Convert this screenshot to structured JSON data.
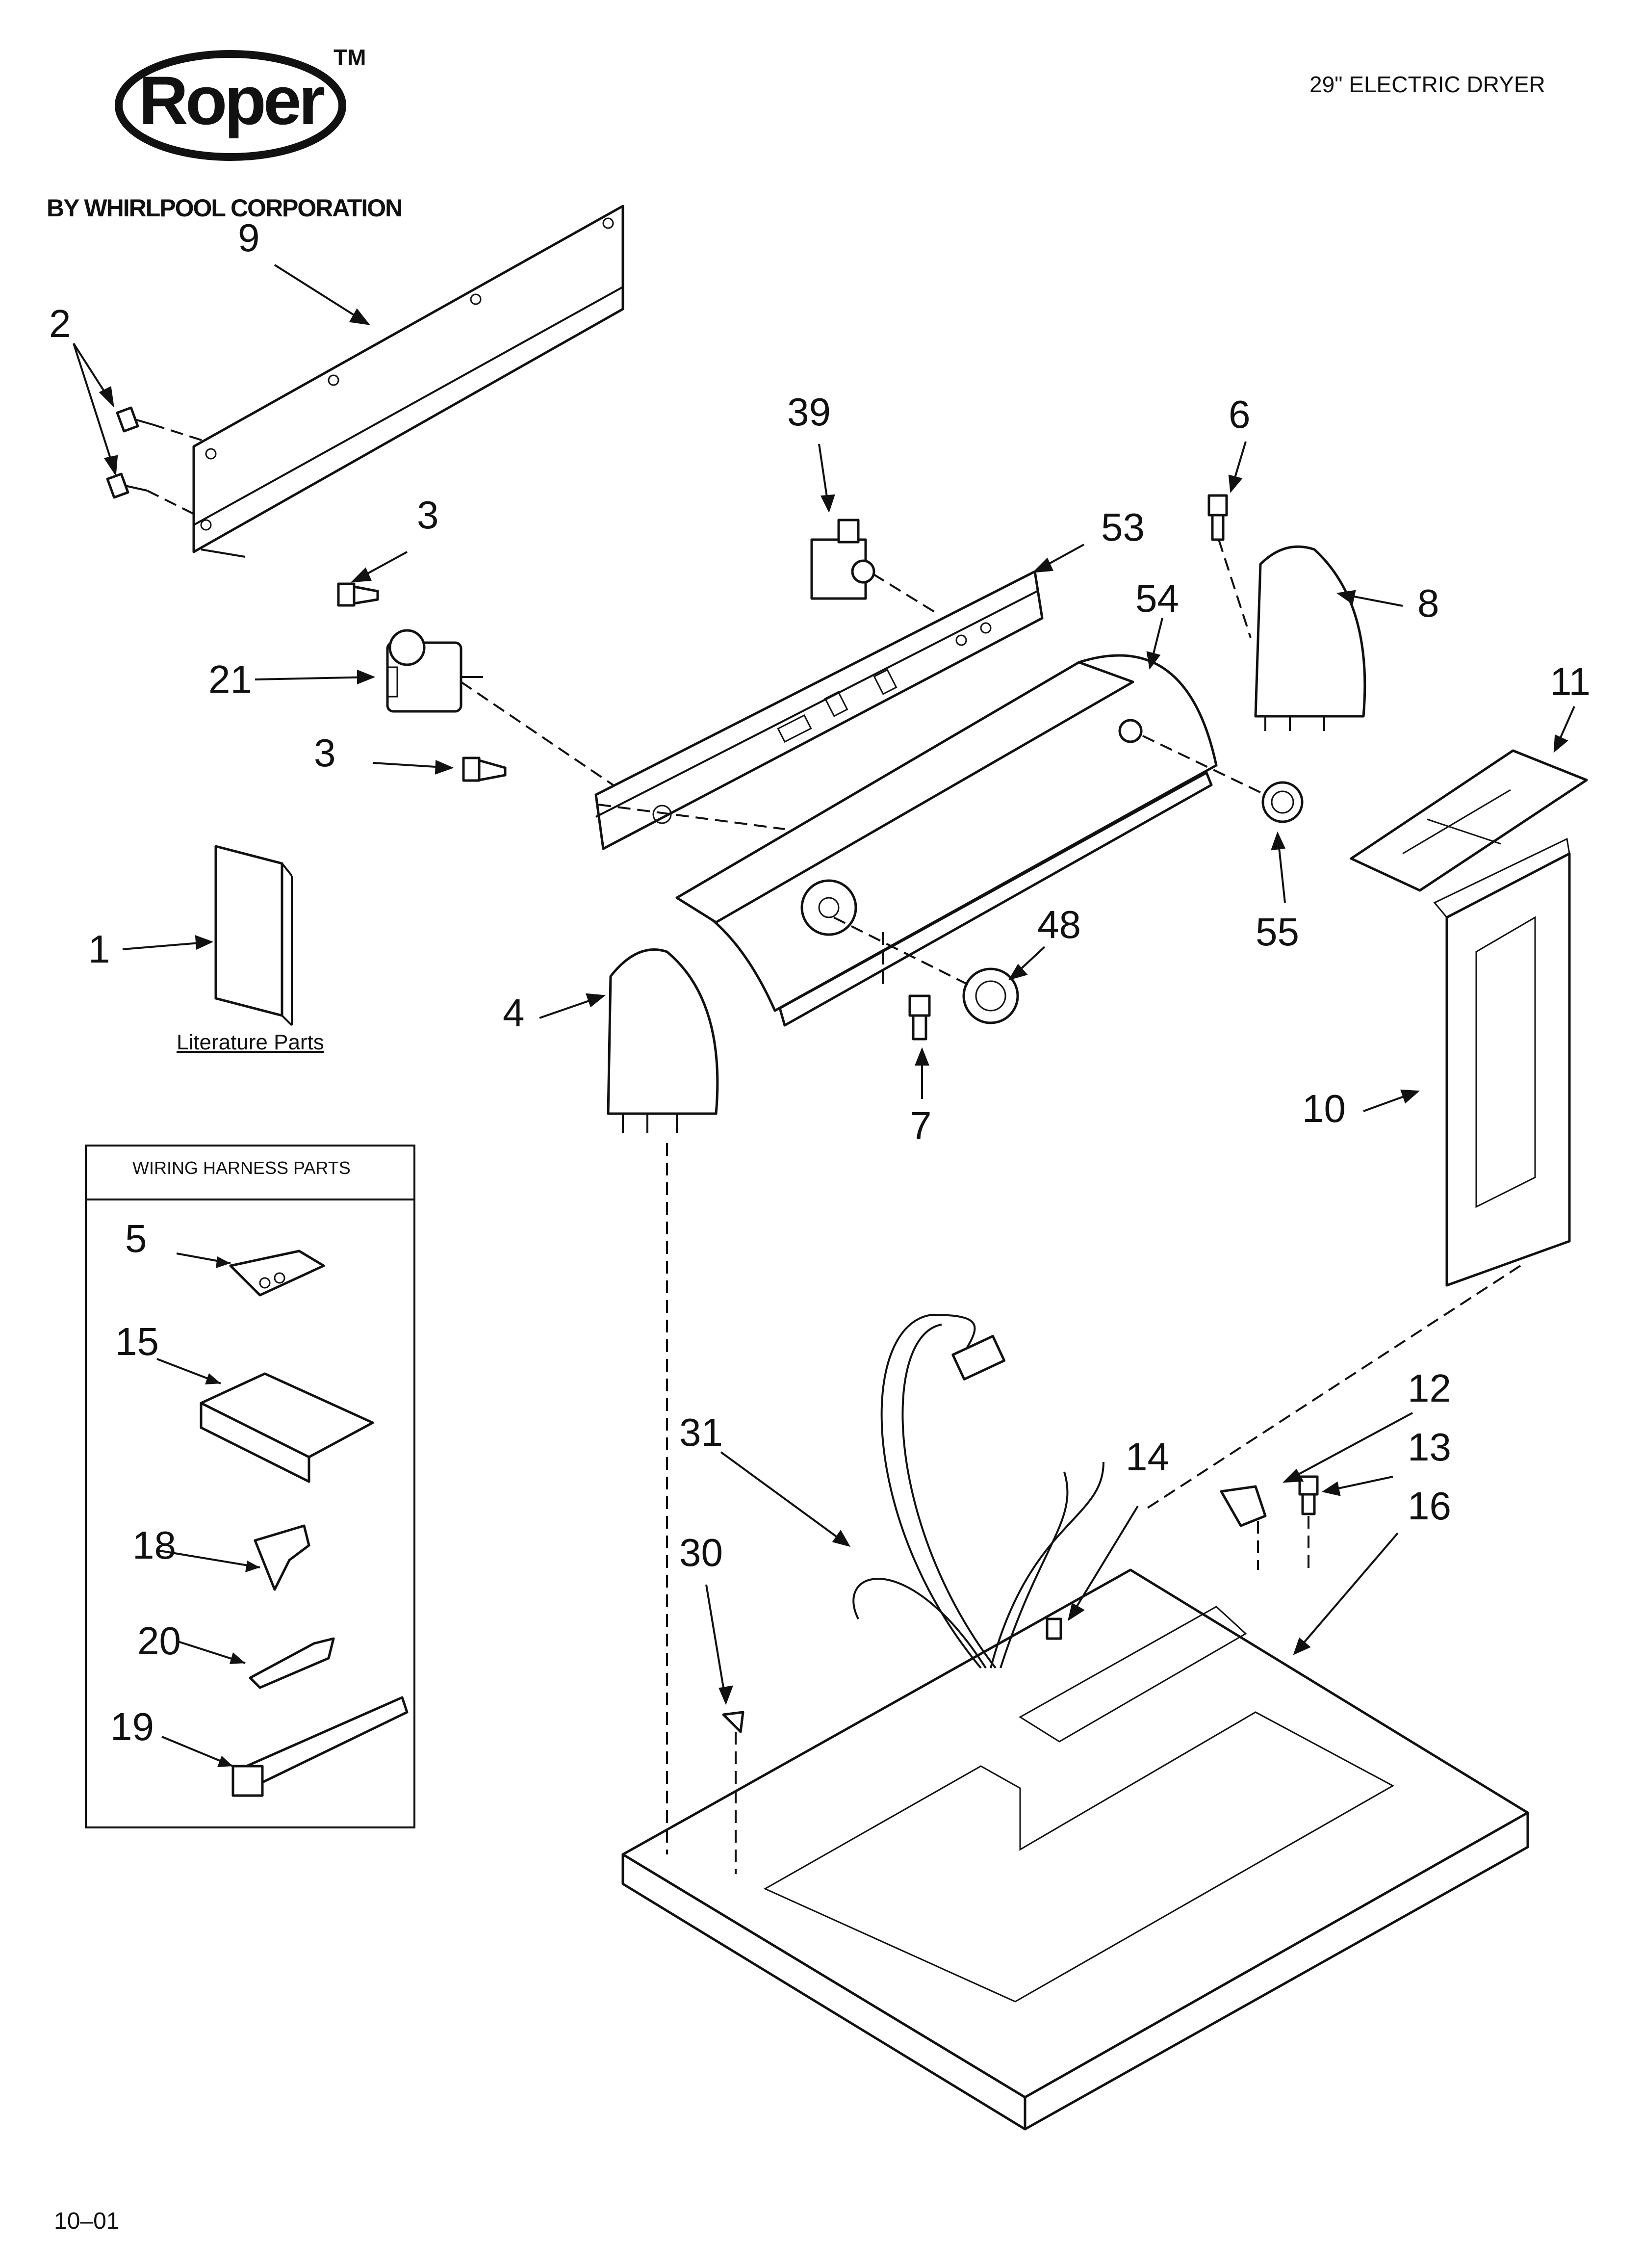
{
  "header": {
    "brand": "Roper",
    "trademark": "TM",
    "corporation": "BY WHIRLPOOL CORPORATION",
    "title": "29\" ELECTRIC DRYER"
  },
  "footer": {
    "date_code": "10–01"
  },
  "literature": {
    "label": "Literature Parts"
  },
  "wiring_box": {
    "title": "WIRING HARNESS PARTS"
  },
  "callouts": {
    "c1": "1",
    "c2": "2",
    "c3a": "3",
    "c3b": "3",
    "c4": "4",
    "c5": "5",
    "c6": "6",
    "c7": "7",
    "c8": "8",
    "c9": "9",
    "c10": "10",
    "c11": "11",
    "c12": "12",
    "c13": "13",
    "c14": "14",
    "c15": "15",
    "c16": "16",
    "c18": "18",
    "c19": "19",
    "c20": "20",
    "c21": "21",
    "c30": "30",
    "c31": "31",
    "c39": "39",
    "c48": "48",
    "c53": "53",
    "c54": "54",
    "c55": "55"
  }
}
